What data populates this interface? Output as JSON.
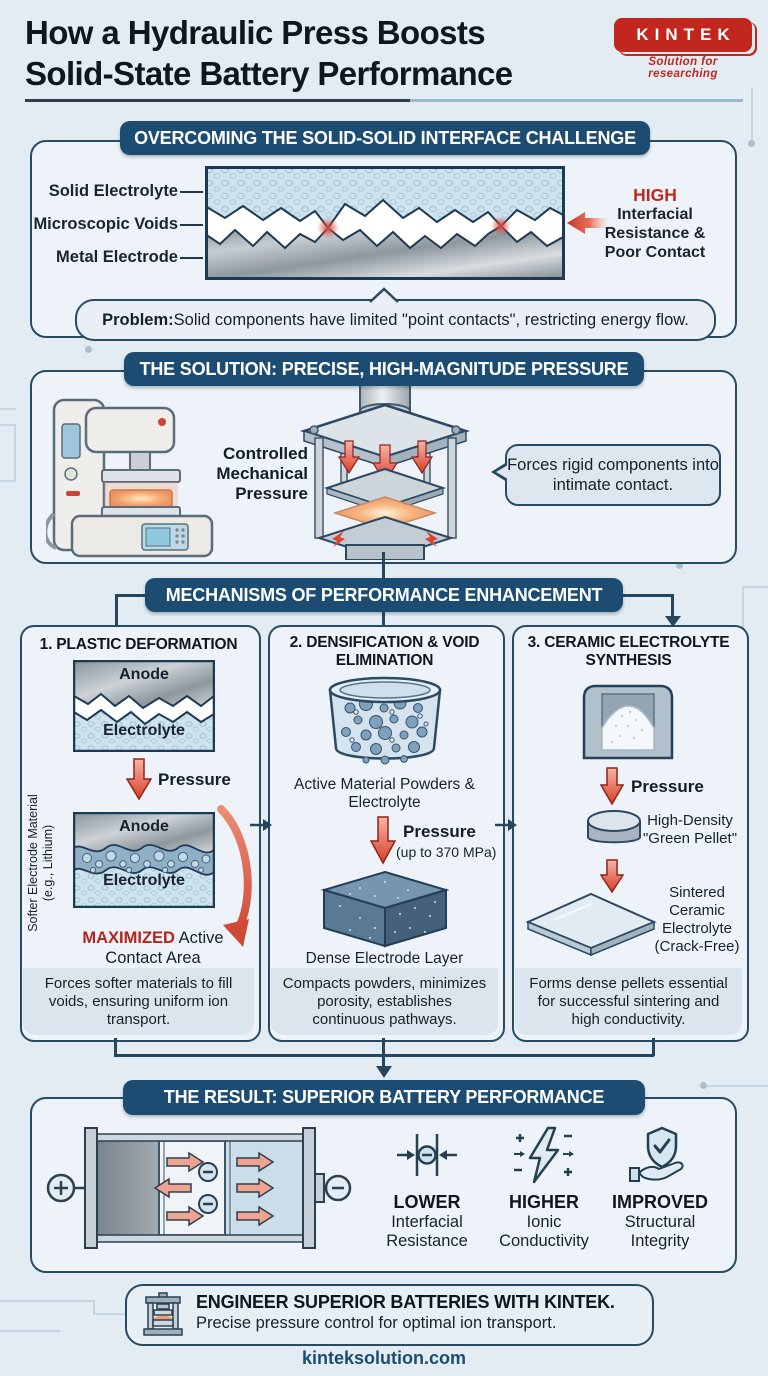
{
  "header": {
    "title_line1": "How a Hydraulic Press Boosts",
    "title_line2": "Solid-State Battery Performance",
    "logo_name": "KINTEK",
    "logo_tagline": "Solution for researching"
  },
  "interface_section": {
    "title": "OVERCOMING THE SOLID-SOLID INTERFACE CHALLENGE",
    "layer_labels": [
      "Solid Electrolyte",
      "Microscopic Voids",
      "Metal Electrode"
    ],
    "callout_keyword": "HIGH",
    "callout_text": "Interfacial Resistance & Poor Contact",
    "problem_label": "Problem:",
    "problem_text": " Solid components have limited \"point contacts\", restricting energy flow."
  },
  "solution_section": {
    "title": "THE SOLUTION: PRECISE, HIGH-MAGNITUDE PRESSURE",
    "pressure_label": "Controlled Mechanical Pressure",
    "bubble_text": "Forces rigid components into intimate contact."
  },
  "mechanisms_section": {
    "title": "MECHANISMS OF PERFORMANCE ENHANCEMENT",
    "columns": [
      {
        "title": "1. PLASTIC DEFORMATION",
        "top_layer": "Anode",
        "bottom_layer": "Electrolyte",
        "pressure_label": "Pressure",
        "side_label": "Softer Electrode Material (e.g., Lithium)",
        "result_keyword": "MAXIMIZED",
        "result_text": " Active Contact Area",
        "footer": "Forces softer materials to fill voids, ensuring uniform ion transport."
      },
      {
        "title": "2. DENSIFICATION & VOID ELIMINATION",
        "caption_top": "Active Material Powders & Electrolyte",
        "pressure_label": "Pressure",
        "pressure_note": "(up to 370 MPa)",
        "caption_bottom": "Dense Electrode Layer",
        "footer": "Compacts powders, minimizes porosity, establishes continuous pathways."
      },
      {
        "title": "3. CERAMIC ELECTROLYTE SYNTHESIS",
        "pressure_label": "Pressure",
        "pellet_label": "High-Density \"Green Pellet\"",
        "sintered_label": "Sintered Ceramic Electrolyte (Crack-Free)",
        "footer": "Forms dense pellets essential for successful sintering and high conductivity."
      }
    ]
  },
  "result_section": {
    "title": "THE RESULT: SUPERIOR BATTERY PERFORMANCE",
    "benefits": [
      {
        "icon": "resistance-icon",
        "keyword": "LOWER",
        "text": "Interfacial Resistance"
      },
      {
        "icon": "conductivity-icon",
        "keyword": "HIGHER",
        "text": "Ionic Conductivity"
      },
      {
        "icon": "integrity-icon",
        "keyword": "IMPROVED",
        "text": "Structural Integrity"
      }
    ]
  },
  "cta": {
    "headline": "ENGINEER SUPERIOR BATTERIES WITH KINTEK.",
    "subtext": "Precise pressure control for optimal ion transport.",
    "website": "kinteksolution.com"
  },
  "colors": {
    "navy": "#1d4c72",
    "red": "#c0281e",
    "salmon": "#f0a390",
    "background": "#e3ecf2"
  }
}
